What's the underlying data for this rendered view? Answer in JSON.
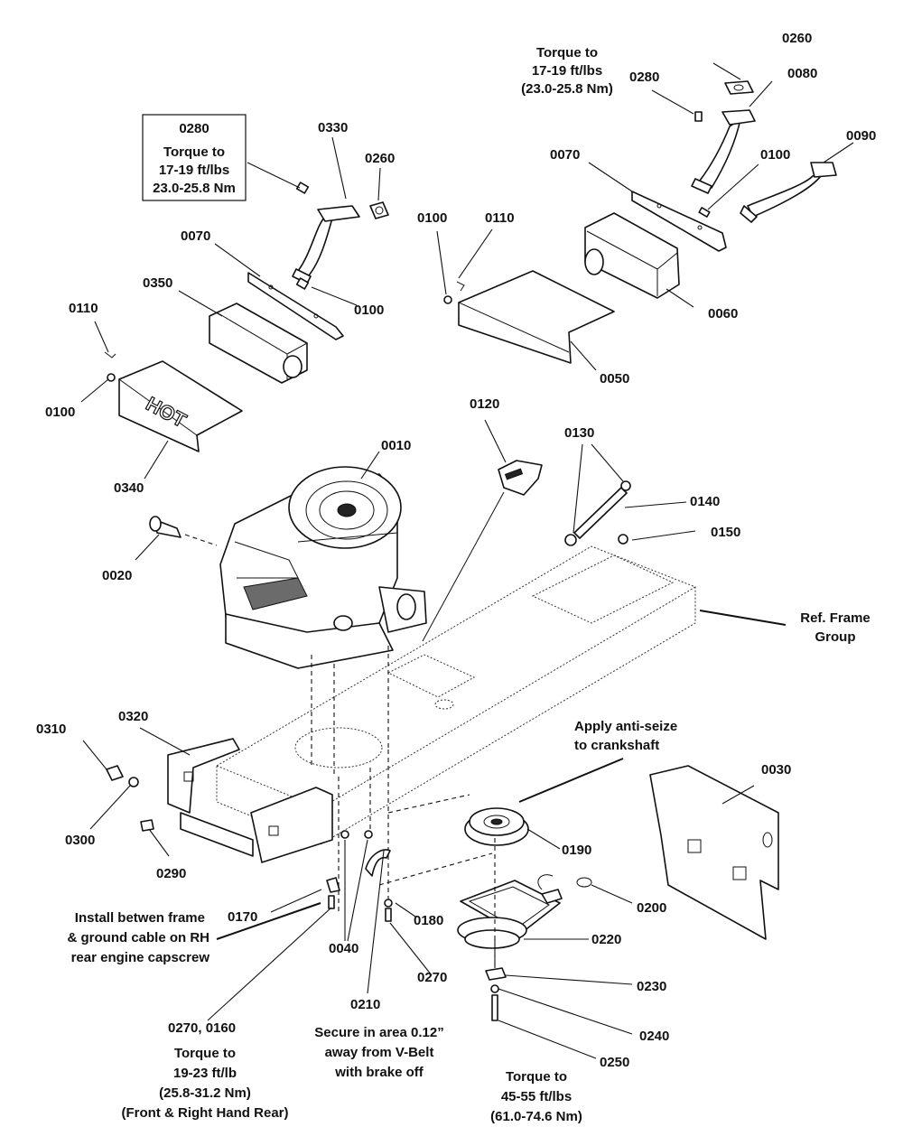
{
  "parts": {
    "p0280_box": "0280",
    "p0330": "0330",
    "p0260_left": "0260",
    "p0070_left": "0070",
    "p0350": "0350",
    "p0100_left_a": "0100",
    "p0110_left": "0110",
    "p0100_left_b": "0100",
    "p0340": "0340",
    "p0260_top": "0260",
    "p0280_top": "0280",
    "p0080": "0080",
    "p0070_right": "0070",
    "p0100_right_a": "0100",
    "p0090": "0090",
    "p0100_right_b": "0100",
    "p0110_right": "0110",
    "p0060": "0060",
    "p0050": "0050",
    "p0120": "0120",
    "p0130": "0130",
    "p0140": "0140",
    "p0150": "0150",
    "p0010": "0010",
    "p0020": "0020",
    "p0310": "0310",
    "p0320": "0320",
    "p0300": "0300",
    "p0290": "0290",
    "p0030": "0030",
    "p0190": "0190",
    "p0200": "0200",
    "p0170": "0170",
    "p0180": "0180",
    "p0040": "0040",
    "p0220": "0220",
    "p0270_mid": "0270",
    "p0230": "0230",
    "p0210": "0210",
    "p0240": "0240",
    "p0250": "0250",
    "p0270_0160": "0270, 0160"
  },
  "notes": {
    "torque_box": [
      "Torque to",
      "17-19 ft/lbs",
      "23.0-25.8 Nm"
    ],
    "torque_top": [
      "Torque to",
      "17-19 ft/lbs",
      "(23.0-25.8 Nm)"
    ],
    "frame_ref": [
      "Ref. Frame",
      "Group"
    ],
    "anti_seize": [
      "Apply anti-seize",
      "to crankshaft"
    ],
    "install_cable": [
      "Install betwen frame",
      "& ground cable on RH",
      "rear engine capscrew"
    ],
    "torque_engine": [
      "Torque to",
      "19-23 ft/lb",
      "(25.8-31.2 Nm)",
      "(Front & Right Hand Rear)"
    ],
    "secure_belt": [
      "Secure in area 0.12”",
      "away from V-Belt",
      "with brake off"
    ],
    "torque_clutch": [
      "Torque to",
      "45-55 ft/lbs",
      "(61.0-74.6 Nm)"
    ],
    "hot_decal": "HOT"
  }
}
